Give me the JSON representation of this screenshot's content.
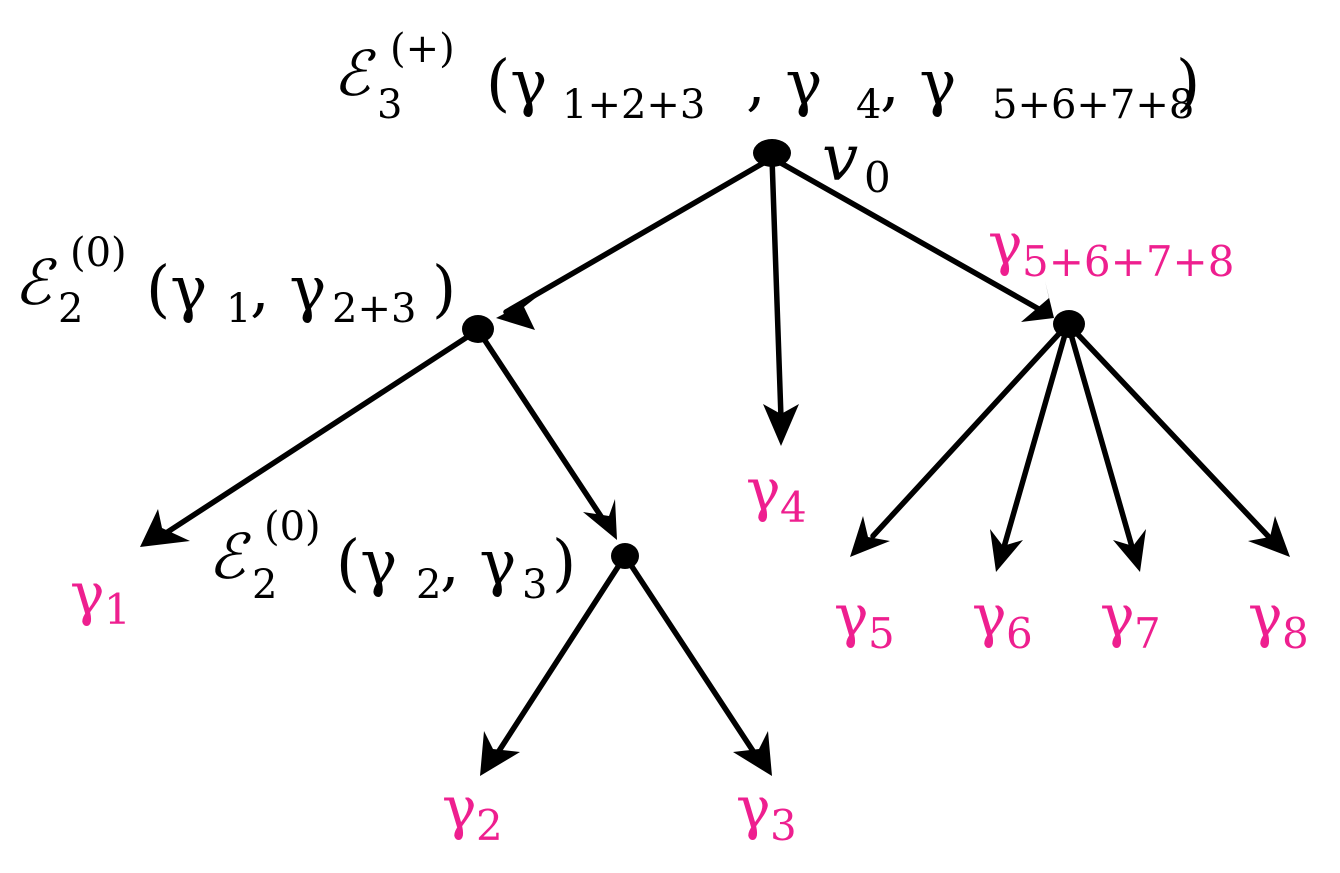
{
  "root_label": {
    "script_e": "ℰ",
    "sub": "3",
    "sup": "(+)",
    "args": "(γ",
    "a1": "1+2+3",
    "comma1": ", γ",
    "a2": "4",
    "comma2": ", γ",
    "a3": "5+6+7+8",
    "close": ")"
  },
  "root_node_name": {
    "base": "v",
    "sub": "0"
  },
  "left_label": {
    "script_e": "ℰ",
    "sub": "2",
    "sup": "(0)",
    "open": "(γ",
    "a1": "1",
    "comma": ", γ",
    "a2": "2+3",
    "close": ")"
  },
  "inner_label": {
    "script_e": "ℰ",
    "sub": "2",
    "sup": "(0)",
    "open": "(γ",
    "a1": "2",
    "comma": ", γ",
    "a2": "3",
    "close": ")"
  },
  "right_label": {
    "base": "γ",
    "sub": "5+6+7+8"
  },
  "leaves": [
    {
      "base": "γ",
      "sub": "1"
    },
    {
      "base": "γ",
      "sub": "2"
    },
    {
      "base": "γ",
      "sub": "3"
    },
    {
      "base": "γ",
      "sub": "4"
    },
    {
      "base": "γ",
      "sub": "5"
    },
    {
      "base": "γ",
      "sub": "6"
    },
    {
      "base": "γ",
      "sub": "7"
    },
    {
      "base": "γ",
      "sub": "8"
    }
  ],
  "colors": {
    "leaf": "#ee1f8f",
    "edge": "#000000"
  }
}
